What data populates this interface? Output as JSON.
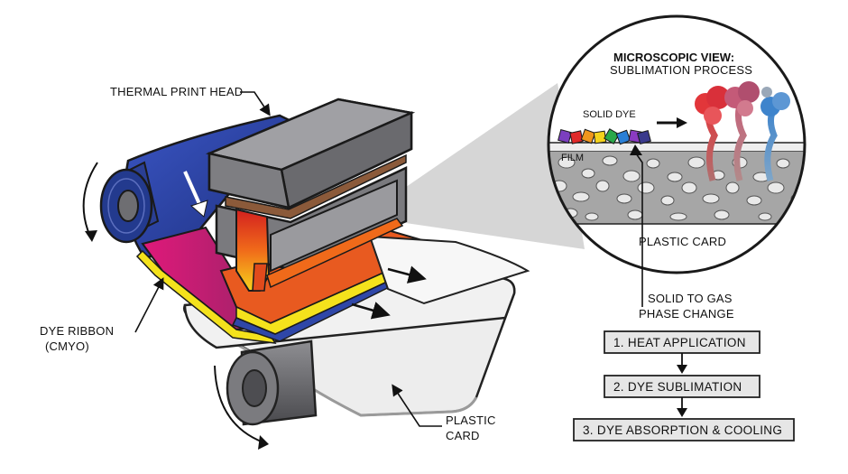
{
  "labels": {
    "thermal_print_head": "THERMAL PRINT HEAD",
    "dye_ribbon_line1": "DYE RIBBON",
    "dye_ribbon_line2": "(CMYO)",
    "plastic_card_line1": "PLASTIC",
    "plastic_card_line2": "CARD"
  },
  "micro": {
    "title": "MICROSCOPIC VIEW:",
    "subtitle": "SUBLIMATION PROCESS",
    "solid_dye": "SOLID DYE",
    "film": "FILM",
    "plastic_card": "PLASTIC CARD"
  },
  "phase_change": {
    "line1": "SOLID TO GAS",
    "line2": "PHASE CHANGE"
  },
  "steps": [
    "1. HEAT APPLICATION",
    "2. DYE SUBLIMATION",
    "3. DYE ABSORPTION & COOLING"
  ],
  "colors": {
    "ribbon_blue": "#2f47a8",
    "ribbon_magenta": "#e0197a",
    "ribbon_yellow": "#f4e21c",
    "ribbon_overlay": "#f7f7f7",
    "print_head_gray": "#6e6e72",
    "heat_orange": "#f26b1d",
    "card_gray": "#ececec",
    "step_box_fill": "#e6e6e6"
  }
}
